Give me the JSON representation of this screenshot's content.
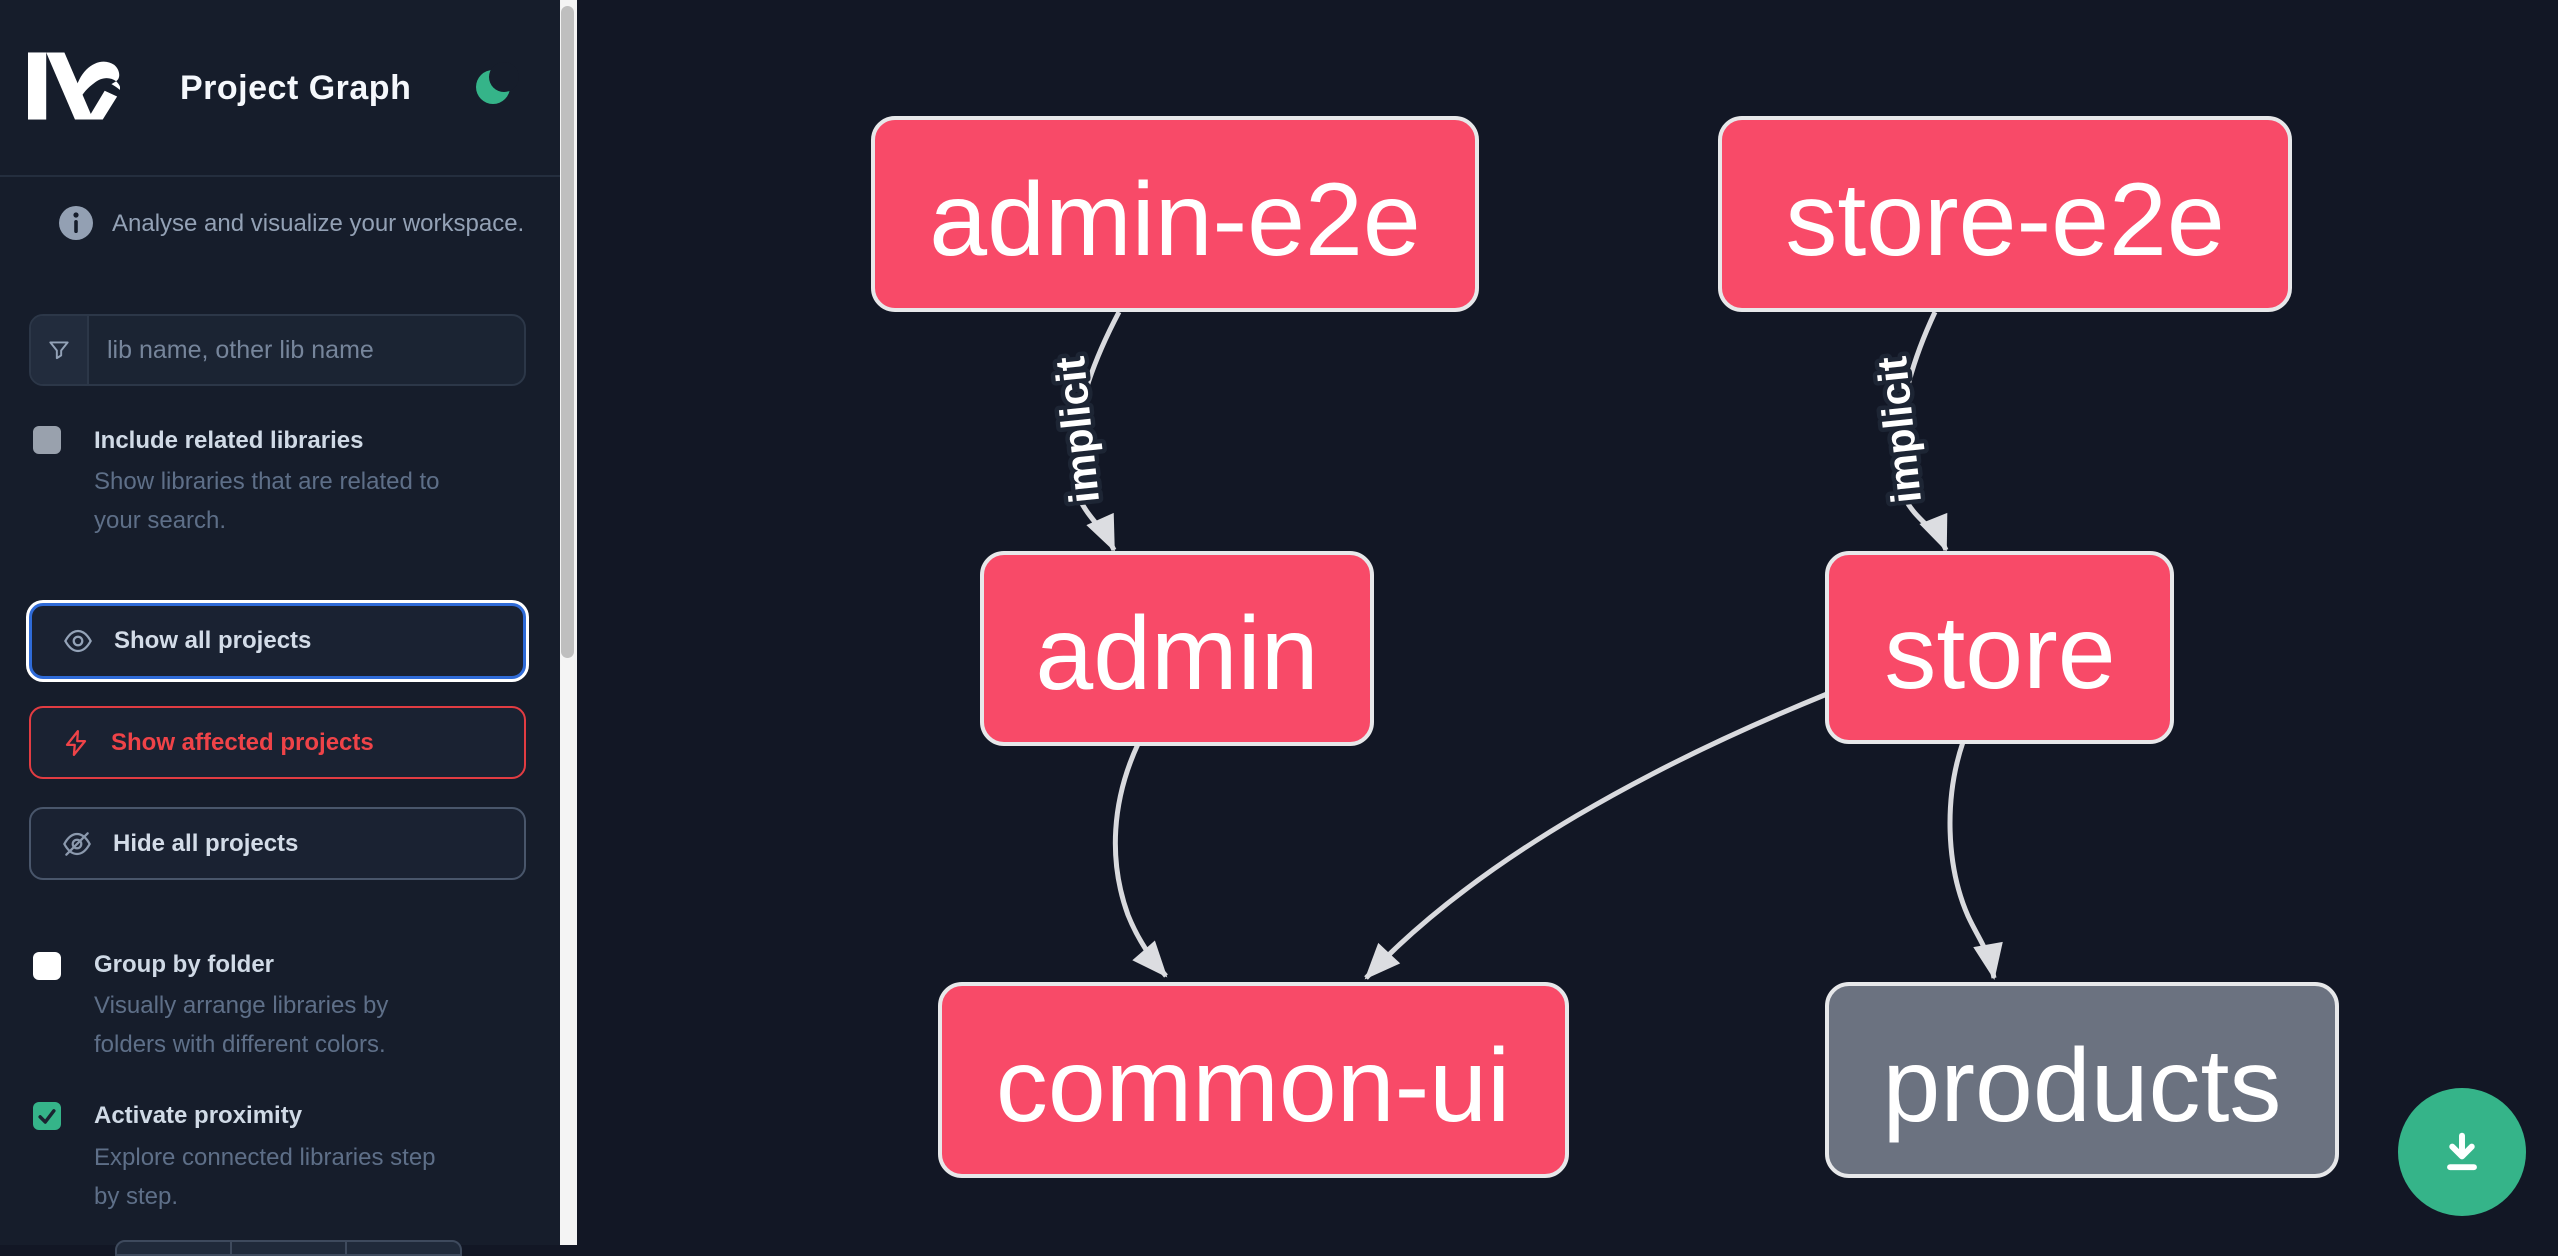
{
  "app": {
    "title": "Project Graph"
  },
  "theme": {
    "sidebar_bg": "#161d2b",
    "canvas_bg": "#121725",
    "accent_green": "#35b489",
    "node_pink": "#f84a68",
    "node_gray": "#6b7280",
    "edge_color": "#d9dade",
    "focus_blue": "#2f6bd8",
    "affected_red": "#ef4348"
  },
  "sidebar": {
    "tagline": "Analyse and visualize your workspace.",
    "search": {
      "placeholder": "lib name, other lib name"
    },
    "toggles": [
      {
        "label": "Include related libraries",
        "description": "Show libraries that are related to your search.",
        "checked": false
      },
      {
        "label": "Group by folder",
        "description": "Visually arrange libraries by folders with different colors.",
        "checked": false
      },
      {
        "label": "Activate proximity",
        "description": "Explore connected libraries step by step.",
        "checked": true
      }
    ],
    "actions": [
      {
        "label": "Show all projects",
        "state": "focused"
      },
      {
        "label": "Show affected projects",
        "state": "affected"
      },
      {
        "label": "Hide all projects",
        "state": "default"
      }
    ]
  },
  "graph": {
    "edge_label": "implicit",
    "nodes": [
      {
        "label": "admin-e2e",
        "color": "pink"
      },
      {
        "label": "store-e2e",
        "color": "pink"
      },
      {
        "label": "admin",
        "color": "pink"
      },
      {
        "label": "store",
        "color": "pink"
      },
      {
        "label": "common-ui",
        "color": "pink"
      },
      {
        "label": "products",
        "color": "gray"
      }
    ],
    "edges": [
      {
        "from": "admin-e2e",
        "to": "admin",
        "label": "implicit"
      },
      {
        "from": "store-e2e",
        "to": "store",
        "label": "implicit"
      },
      {
        "from": "admin",
        "to": "common-ui",
        "label": ""
      },
      {
        "from": "store",
        "to": "common-ui",
        "label": ""
      },
      {
        "from": "store",
        "to": "products",
        "label": ""
      }
    ]
  },
  "fab": {
    "action": "download-graph-image"
  }
}
